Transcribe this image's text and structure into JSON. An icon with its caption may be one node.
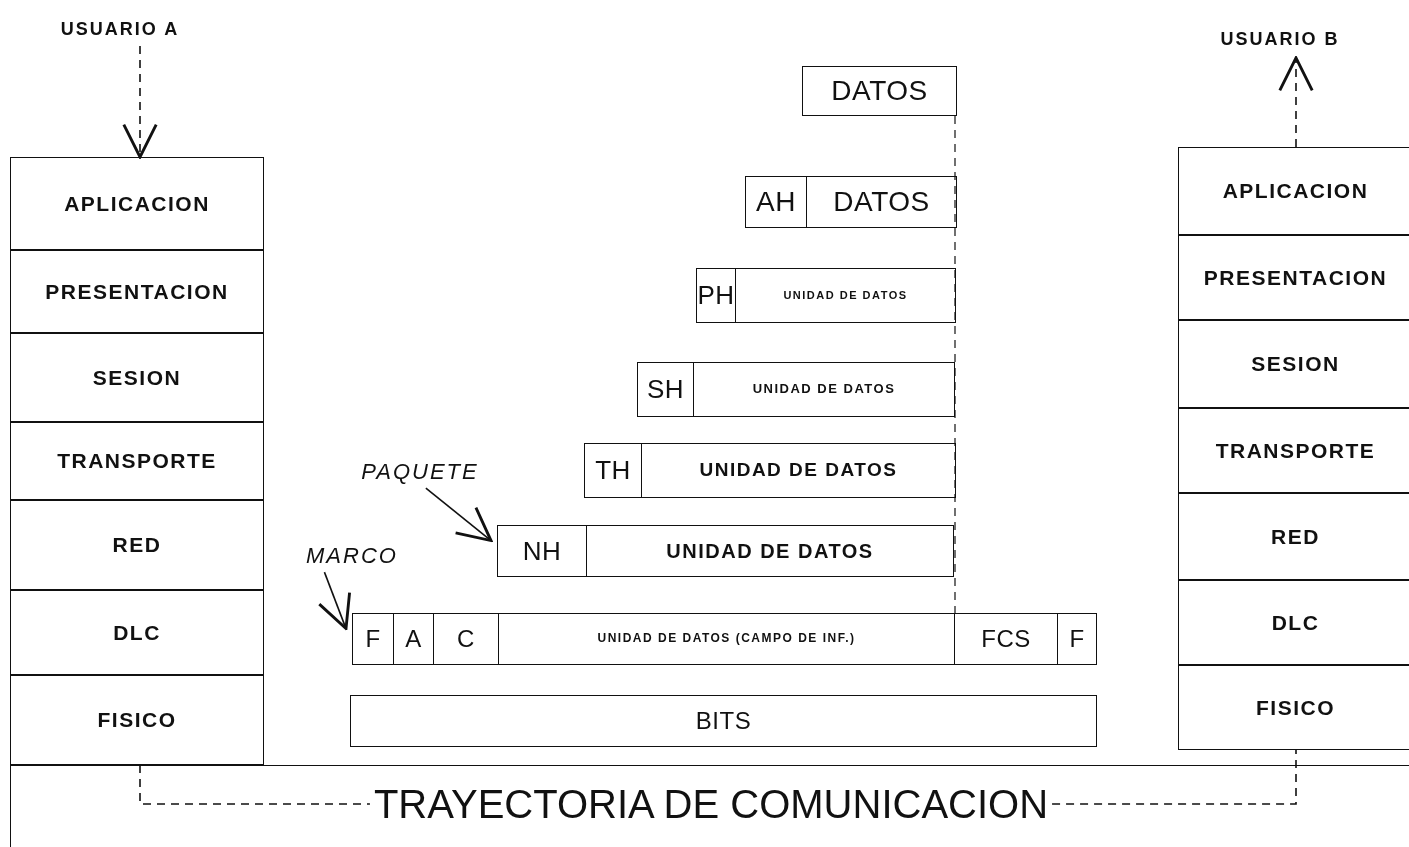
{
  "diagram": {
    "nodes": [
      {
        "text": [
          "USUARIO A"
        ]
      },
      {
        "text": [
          "USUARIO B"
        ]
      },
      {
        "text": [
          "APLICACION"
        ]
      },
      {
        "text": [
          "PRESENTACION"
        ]
      },
      {
        "text": [
          "SESION"
        ]
      },
      {
        "text": [
          "TRANSPORTE"
        ]
      },
      {
        "text": [
          "RED"
        ]
      },
      {
        "text": [
          "DLC"
        ]
      },
      {
        "text": [
          "FISICO"
        ]
      },
      {
        "text": [
          "APLICACION"
        ]
      },
      {
        "text": [
          "PRESENTACION"
        ]
      },
      {
        "text": [
          "SESION"
        ]
      },
      {
        "text": [
          "TRANSPORTE"
        ]
      },
      {
        "text": [
          "RED"
        ]
      },
      {
        "text": [
          "DLC"
        ]
      },
      {
        "text": [
          "FISICO"
        ]
      },
      {
        "text": [
          "DATOS"
        ]
      },
      {
        "text": [
          "AH",
          "DATOS"
        ]
      },
      {
        "text": [
          "PH",
          "UNIDAD DE DATOS"
        ]
      },
      {
        "text": [
          "SH",
          "UNIDAD DE DATOS"
        ]
      },
      {
        "text": [
          "TH",
          "UNIDAD DE DATOS"
        ]
      },
      {
        "text": [
          "PAQUETE"
        ]
      },
      {
        "text": [
          "NH",
          "UNIDAD DE DATOS"
        ]
      },
      {
        "text": [
          "MARCO"
        ]
      },
      {
        "text": [
          "F",
          "A",
          "C",
          "UNIDAD DE DATOS (CAMPO DE INF.)",
          "FCS",
          "F"
        ]
      },
      {
        "text": [
          "BITS"
        ]
      },
      {
        "text": [],
        "shape": "bar"
      },
      {
        "text": [
          "TRAYECTORIA DE COMUNICACION"
        ],
        "in": 26
      }
    ],
    "edges": [
      {
        "from": 0,
        "to": 2,
        "arrow": "to",
        "style": "dashed"
      },
      {
        "from": 8,
        "to": 27,
        "arrow": "none",
        "style": "dashed"
      },
      {
        "from": 27,
        "to": 15,
        "arrow": "none",
        "style": "dashed"
      },
      {
        "from": 9,
        "to": 1,
        "arrow": "to",
        "style": "dashed"
      },
      {
        "from": 21,
        "to": 22,
        "arrow": "to"
      },
      {
        "from": 23,
        "to": 24,
        "arrow": "to"
      },
      {
        "from": 16,
        "to": 24,
        "arrow": "none",
        "style": "dashed"
      }
    ]
  }
}
